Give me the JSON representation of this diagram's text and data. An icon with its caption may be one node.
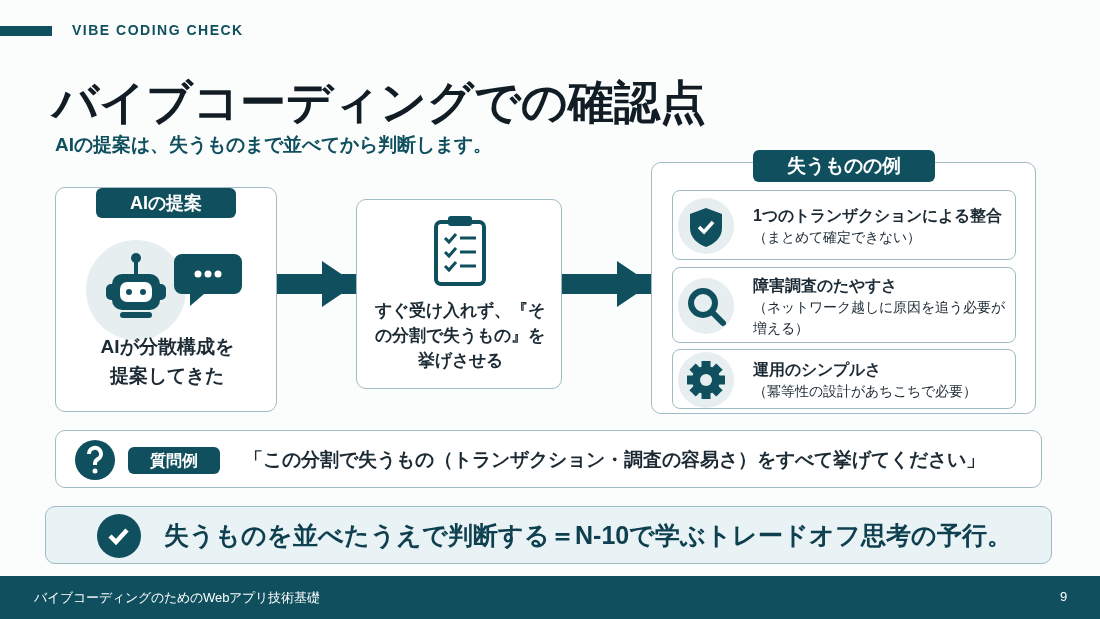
{
  "diagram": {
    "title": "バイブコーディングでの確認点",
    "nodes": [
      {
        "text": [
          "AIの提案",
          "AIが分散構成を提案してきた"
        ]
      },
      {
        "text": [
          "すぐ受け入れず、『その分割で失うもの』を挙げさせる"
        ]
      },
      {
        "text": [
          "失うものの例"
        ]
      },
      {
        "text": [
          "1つのトランザクションによる整合",
          "（まとめて確定できない）"
        ],
        "in": 2
      },
      {
        "text": [
          "障害調査のたやすさ",
          "（ネットワーク越しに原因を追う必要が増える）"
        ],
        "in": 2
      },
      {
        "text": [
          "運用のシンプルさ",
          "（冪等性の設計があちこちで必要）"
        ],
        "in": 2
      },
      {
        "text": [
          "質問例",
          "「この分割で失うもの（トランザクション・調査の容易さ）をすべて挙げてください」"
        ]
      },
      {
        "text": [
          "失うものを並べたうえで判断する＝N-10で学ぶトレードオフ思考の予行。"
        ]
      }
    ],
    "edges": [
      {
        "from": 0,
        "to": 1,
        "arrow": "to"
      },
      {
        "from": 1,
        "to": 2,
        "arrow": "to"
      }
    ],
    "labels": [
      "VIBE CODING CHECK",
      "AIの提案は、失うものまで並べてから判断します。",
      "バイブコーディングのためのWebアプリ技術基礎",
      "9"
    ]
  }
}
